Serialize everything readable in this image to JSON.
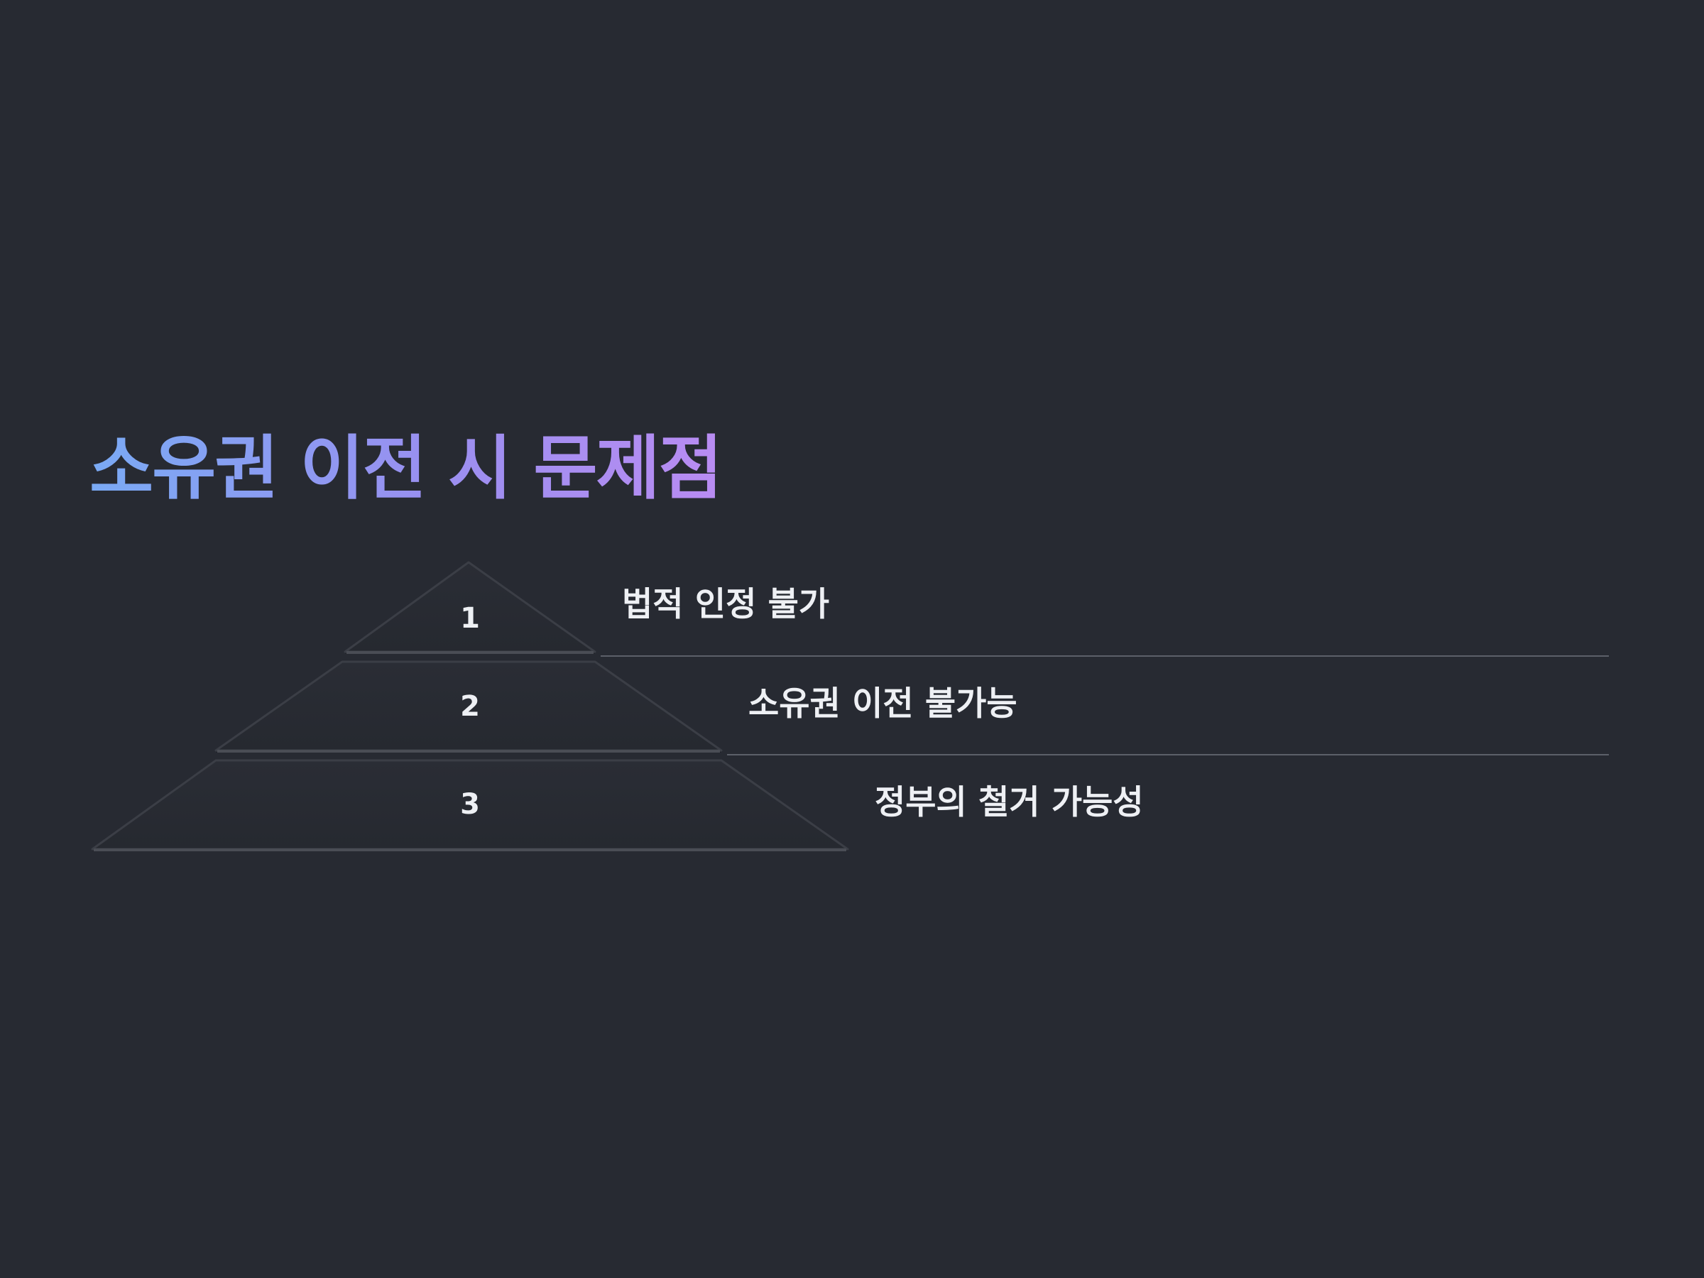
{
  "slide": {
    "title": "소유권 이전 시 문제점"
  },
  "pyramid": {
    "tiers": [
      {
        "number": "1",
        "label": "법적 인정 불가"
      },
      {
        "number": "2",
        "label": "소유권 이전 불가능"
      },
      {
        "number": "3",
        "label": "정부의 철거 가능성"
      }
    ]
  },
  "colors": {
    "background": "#272a32",
    "title_gradient_start": "#7aaaf4",
    "title_gradient_end": "#b98cf2",
    "text": "#eef0f4",
    "divider": "#5c6069"
  }
}
